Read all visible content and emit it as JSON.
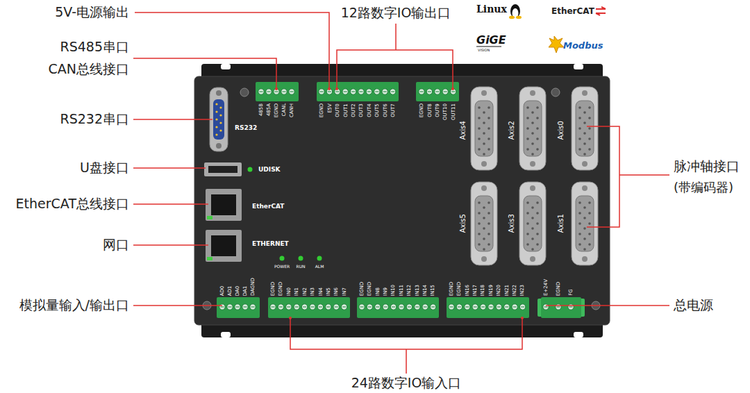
{
  "diagram": {
    "labels": [
      "5V-电源输出",
      "RS485串口",
      "CAN总线接口",
      "RS232串口",
      "U盘接口",
      "EtherCAT总线接口",
      "网口",
      "模拟量输入/输出口",
      "12路数字IO输出口",
      "脉冲轴接口",
      "(带编码器)",
      "总电源",
      "24路数字IO输入口",
      "Linux",
      "EtherCAT",
      "GiGE",
      "VISION",
      "Modbus",
      "RS232",
      "UDISK",
      "EtherCAT",
      "ETHERNET",
      "POWER",
      "RUN",
      "ALM",
      "Axis4",
      "Axis2",
      "Axis0",
      "Axis5",
      "Axis3",
      "Axis1",
      "485B",
      "485A",
      "EGND",
      "CANL",
      "CANH",
      "EGND",
      "E5V",
      "OUT0",
      "OUT1",
      "OUT2",
      "OUT3",
      "OUT4",
      "OUT5",
      "OUT6",
      "OUT7",
      "EGND",
      "OUT8",
      "OUT9",
      "OUT10",
      "OUT11",
      "AD0",
      "AD1",
      "DA0",
      "DA1",
      "DAGND",
      "EGND",
      "EGND",
      "IN0",
      "IN1",
      "IN2",
      "IN3",
      "IN4",
      "IN5",
      "IN6",
      "IN7",
      "EGND",
      "EGND",
      "IN8",
      "IN9",
      "IN10",
      "IN11",
      "IN12",
      "IN13",
      "IN14",
      "IN15",
      "EGND",
      "EGND",
      "IN16",
      "IN17",
      "IN18",
      "IN19",
      "IN20",
      "IN21",
      "IN22",
      "IN23",
      "E+24V",
      "EGND",
      "FG"
    ]
  }
}
